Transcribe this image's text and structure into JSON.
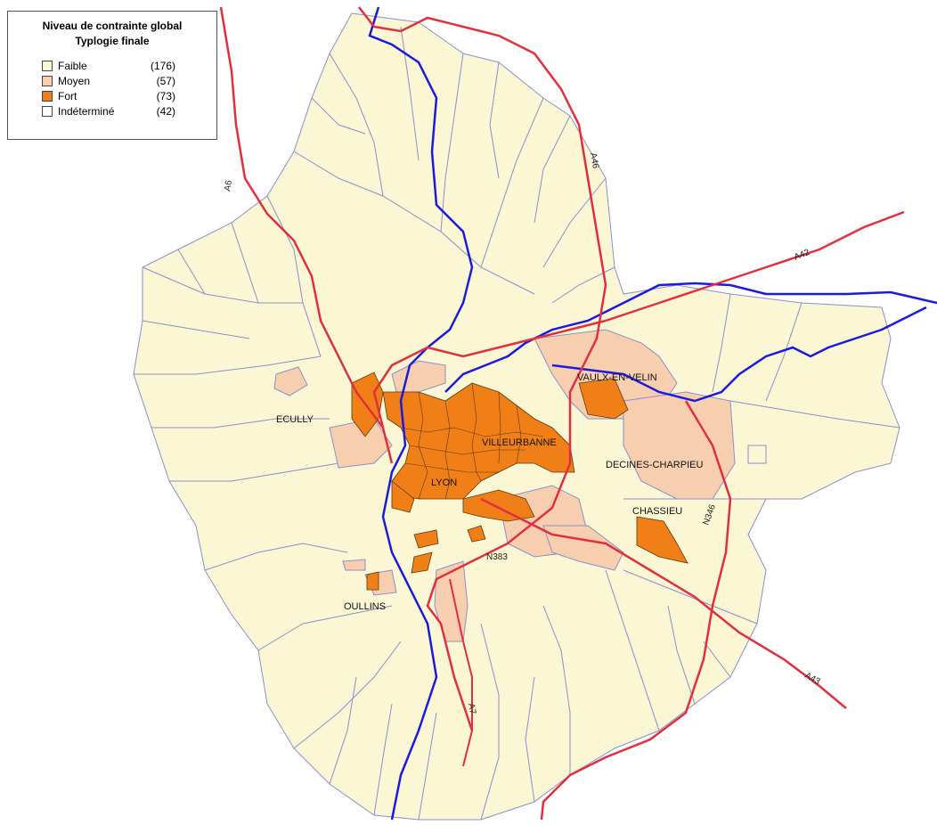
{
  "legend": {
    "title_line1": "Niveau de contrainte global",
    "title_line2": "Typlogie finale",
    "items": [
      {
        "label": "Faible",
        "count": "(176)",
        "color": "#fbf6d3"
      },
      {
        "label": "Moyen",
        "count": "(57)",
        "color": "#f8cfae"
      },
      {
        "label": "Fort",
        "count": "(73)",
        "color": "#f07f17"
      },
      {
        "label": "Indéterminé",
        "count": "(42)",
        "color": "#ffffff"
      }
    ]
  },
  "cities": {
    "ecully": "ECULLY",
    "villeurbanne": "VILLEURBANNE",
    "lyon": "LYON",
    "vaulx": "VAULX-EN-VELIN",
    "decines": "DECINES-CHARPIEU",
    "chassieu": "CHASSIEU",
    "oullins": "OULLINS"
  },
  "roads": {
    "a6": "A6",
    "a46": "A46",
    "a42": "A42",
    "a43": "A43",
    "a7": "A7",
    "n346": "N346",
    "n383": "N383"
  },
  "colors": {
    "faible": "#fbf6d3",
    "moyen": "#f8cfae",
    "fort": "#f07f17",
    "border": "#8a8fcf",
    "river": "#1a1ae0",
    "road": "#e03040"
  }
}
